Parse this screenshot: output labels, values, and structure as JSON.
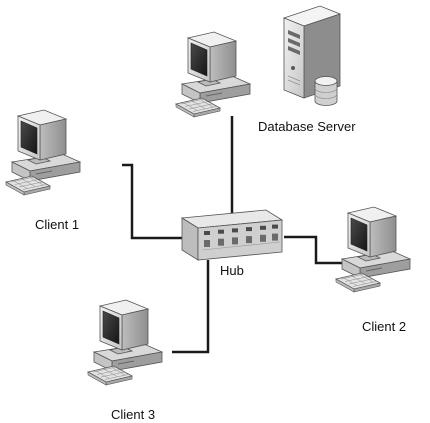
{
  "diagram": {
    "hub_label": "Hub",
    "nodes": {
      "server": {
        "label": "Database Server"
      },
      "client1": {
        "label": "Client 1"
      },
      "client2": {
        "label": "Client 2"
      },
      "client3": {
        "label": "Client 3"
      }
    },
    "connections": [
      {
        "from": "hub",
        "to": "server"
      },
      {
        "from": "hub",
        "to": "client1"
      },
      {
        "from": "hub",
        "to": "client2"
      },
      {
        "from": "hub",
        "to": "client3"
      }
    ],
    "colors": {
      "line": "#1a1a1a",
      "equipment_light": "#e6e6e6",
      "equipment_mid": "#bdbdbd",
      "equipment_dark": "#3a3a3a",
      "screen": "#2b2b2b"
    }
  }
}
